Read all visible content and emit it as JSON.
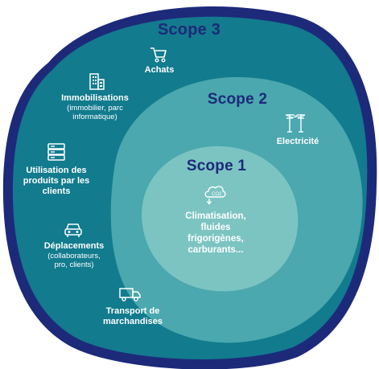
{
  "colors": {
    "background": "#ffffff",
    "outer_blob": "#1d2a7a",
    "scope3_fill": "#127b8e",
    "scope2_fill": "#4aa8ae",
    "scope1_fill": "#7cc4c2",
    "title_color": "#1d2a7a",
    "text_color": "#ffffff"
  },
  "scopes": {
    "scope3": {
      "title": "Scope 3",
      "items": [
        {
          "icon": "shopping-cart-icon",
          "title": "Achats",
          "sub": ""
        },
        {
          "icon": "building-icon",
          "title": "Immobilisations",
          "sub": "(immobilier, parc informatique)"
        },
        {
          "icon": "server-icon",
          "title": "Utilisation des produits par les clients",
          "sub": ""
        },
        {
          "icon": "car-icon",
          "title": "Déplacements",
          "sub": "(collaborateurs, pro, clients)"
        },
        {
          "icon": "truck-icon",
          "title": "Transport de marchandises",
          "sub": ""
        }
      ]
    },
    "scope2": {
      "title": "Scope 2",
      "items": [
        {
          "icon": "power-pylon-icon",
          "title": "Electricité",
          "sub": ""
        }
      ]
    },
    "scope1": {
      "title": "Scope 1",
      "items": [
        {
          "icon": "co2-cloud-icon",
          "icon_label": "CO2",
          "title": "Climatisation, fluides frigorigènes, carburants...",
          "sub": ""
        }
      ]
    }
  }
}
